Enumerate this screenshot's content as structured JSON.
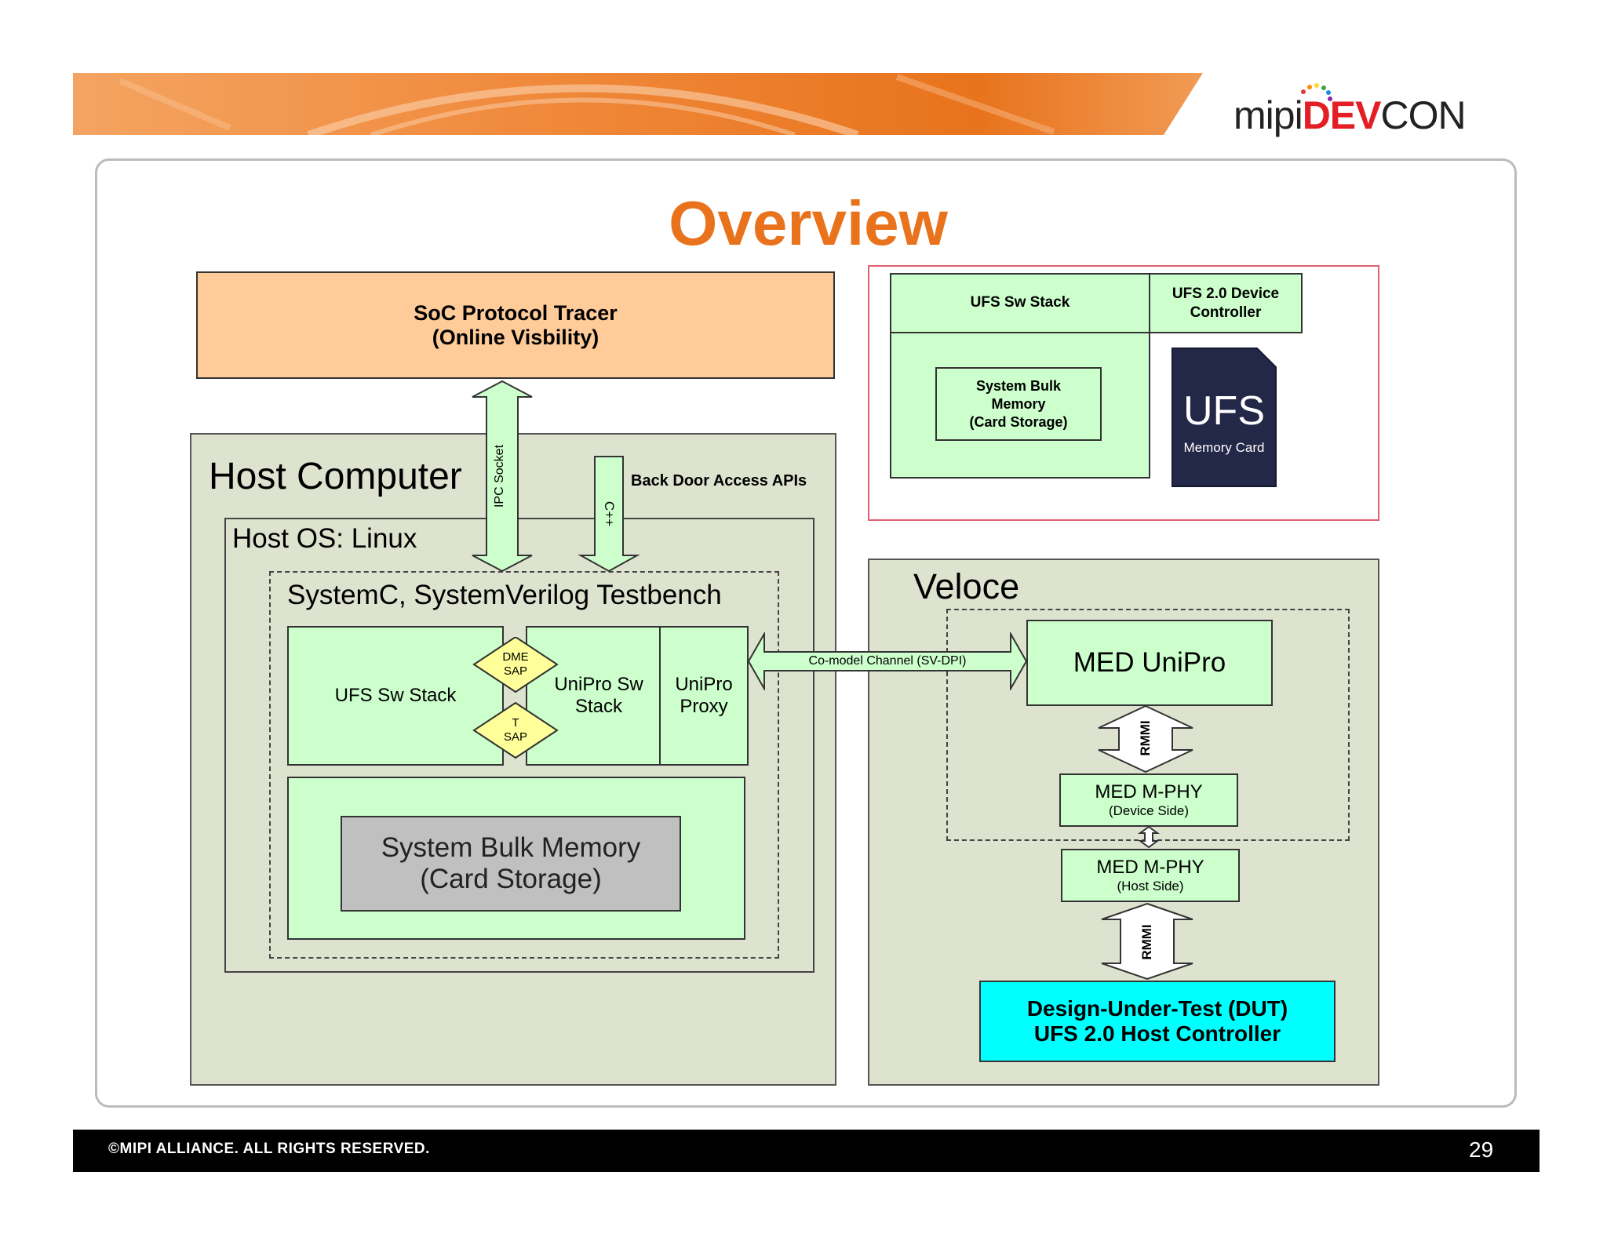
{
  "logo": {
    "brand_left": "mipi",
    "brand_dev": "DEV",
    "brand_con": "CON"
  },
  "slide": {
    "title": "Overview",
    "footer_text": "©MIPI ALLIANCE. ALL RIGHTS RESERVED.",
    "page_number": "29"
  },
  "colors": {
    "accent": "#e8731c",
    "footer_bg": "#000000",
    "dut": "#00ffff",
    "green": "#ccffcc",
    "tracer": "#ffcc99",
    "panel": "#dde3cf"
  },
  "diagram": {
    "tracer": {
      "line1": "SoC Protocol Tracer",
      "line2": "(Online Visbility)"
    },
    "ipc_socket": "IPC Socket",
    "back_door": "Back Door Access APIs",
    "cpp": "C++",
    "host_computer": "Host Computer",
    "host_os": "Host OS: Linux",
    "testbench": "SystemC, SystemVerilog Testbench",
    "ufs_sw_stack": "UFS Sw Stack",
    "dme_sap": {
      "line1": "DME",
      "line2": "SAP"
    },
    "t_sap": {
      "line1": "T",
      "line2": "SAP"
    },
    "unipro_sw_stack": {
      "line1": "UniPro Sw",
      "line2": "Stack"
    },
    "unipro_proxy": {
      "line1": "UniPro",
      "line2": "Proxy"
    },
    "system_bulk_memory": {
      "line1": "System Bulk Memory",
      "line2": "(Card Storage)"
    },
    "comodel_channel": "Co-model Channel (SV-DPI)",
    "veloce": "Veloce",
    "med_unipro": "MED UniPro",
    "rmmi_top": "RMMI",
    "med_mphy_device": {
      "line1": "MED M-PHY",
      "line2": "(Device Side)"
    },
    "med_mphy_host": {
      "line1": "MED M-PHY",
      "line2": "(Host Side)"
    },
    "rmmi_bottom": "RMMI",
    "dut": {
      "line1": "Design-Under-Test (DUT)",
      "line2": "UFS 2.0 Host Controller"
    },
    "inset": {
      "ufs_sw_stack": "UFS Sw Stack",
      "device_controller": {
        "line1": "UFS 2.0 Device",
        "line2": "Controller"
      },
      "system_bulk": {
        "line1": "System Bulk",
        "line2": "Memory",
        "line3": "(Card Storage)"
      },
      "card_brand": "UFS",
      "card_label": "Memory Card"
    }
  }
}
